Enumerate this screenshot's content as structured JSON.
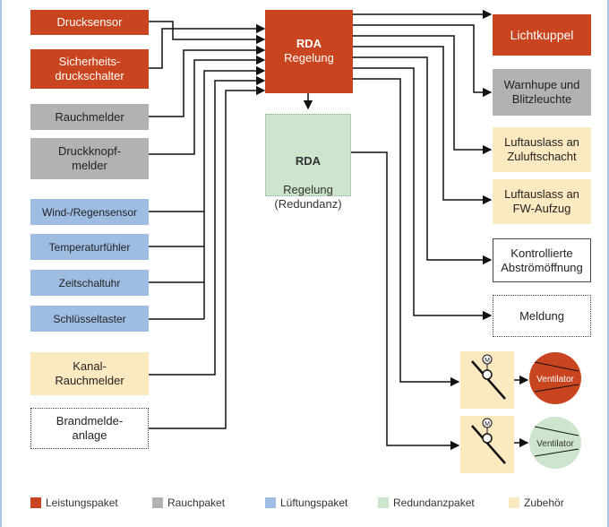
{
  "nodes": {
    "drucksensor": "Drucksensor",
    "sicherheitsdruckschalter": "Sicherheits-\ndruckschalter",
    "rauchmelder": "Rauchmelder",
    "druckknopfmelder": "Druckknopf-\nmelder",
    "windregensensor": "Wind-/Regensensor",
    "temperaturfuehler": "Temperaturfühler",
    "zeitschaltuhr": "Zeitschaltuhr",
    "schluesseltaster": "Schlüsseltaster",
    "kanalrauchmelder": "Kanal-\nRauchmelder",
    "brandmeldeanlage": "Brandmelde-\nanlage",
    "rda_main_title": "RDA",
    "rda_main_sub": "Regelung",
    "rda_red_title": "RDA",
    "rda_red_sub": "Regelung\n(Redundanz)",
    "lichtkuppel": "Lichtkuppel",
    "warnhupe": "Warnhupe und\nBlitzleuchte",
    "luftauslass_zuluft": "Luftauslass an\nZuluftschacht",
    "luftauslass_fw": "Luftauslass an\nFW-Aufzug",
    "kontrollierte": "Kontrollierte\nAbströmöffnung",
    "meldung": "Meldung",
    "ventilator_1": "Ventilator",
    "ventilator_2": "Ventilator",
    "motor_symbol": "M"
  },
  "legend": [
    {
      "label": "Leistungspaket",
      "color": "#c9451f"
    },
    {
      "label": "Rauchpaket",
      "color": "#b2b2b4"
    },
    {
      "label": "Lüftungspaket",
      "color": "#9fbde2"
    },
    {
      "label": "Redundanzpaket",
      "color": "#cde5cc"
    },
    {
      "label": "Zubehör",
      "color": "#fbe9c0"
    }
  ],
  "colors": {
    "leistung": "#c9451f",
    "rauch": "#b2b2b4",
    "lueftung": "#9fbde2",
    "redundanz": "#cde5cc",
    "zubehoer": "#fbe9c0",
    "frame": "#a9c8e8"
  }
}
